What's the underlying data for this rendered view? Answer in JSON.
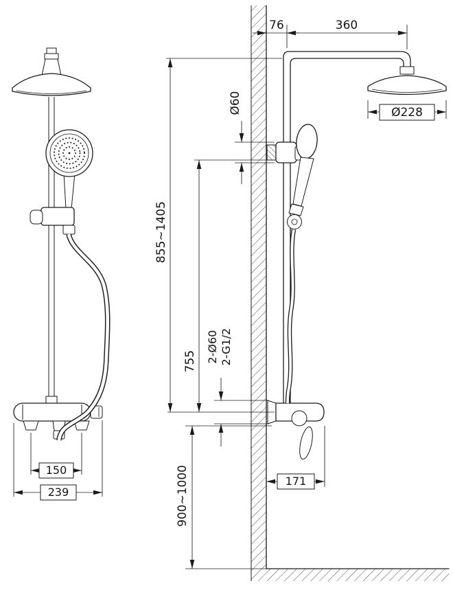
{
  "drawing": {
    "background": "#ffffff",
    "line_color": "#1a1a1a",
    "labels": {
      "wall_offset": "76",
      "arm_reach": "360",
      "head_diameter": "Ø228",
      "bracket_diameter": "Ø60",
      "column_height": "855~1405",
      "bracket_height": "755",
      "inlet_diameter": "2-Ø60",
      "inlet_thread": "2-G1/2",
      "inlet_spacing": "150",
      "valve_width": "239",
      "valve_reach": "171",
      "mounting_height": "900~1000"
    }
  }
}
